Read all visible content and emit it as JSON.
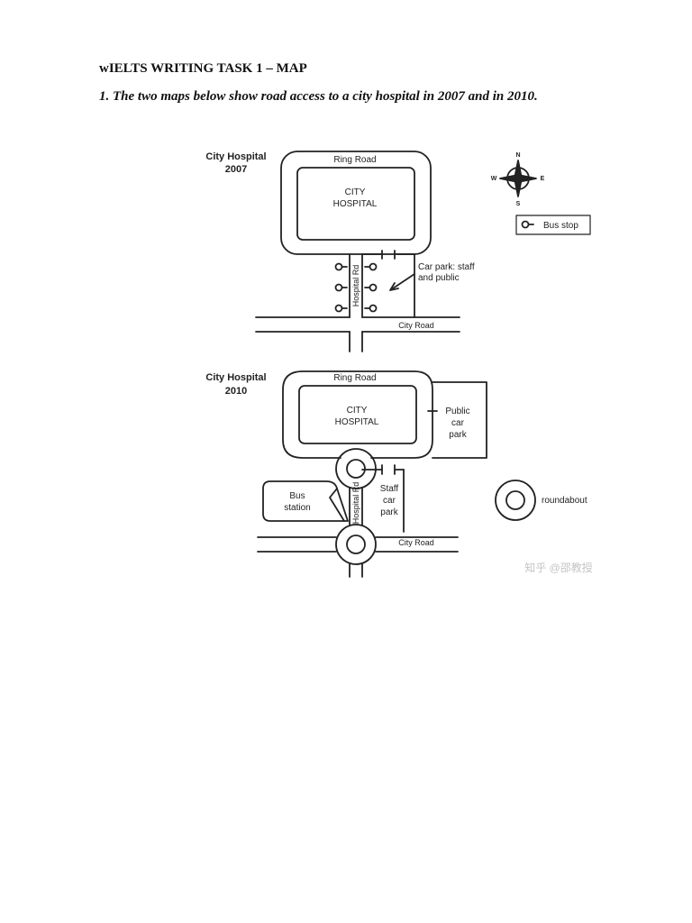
{
  "document": {
    "heading": "wIELTS WRITING TASK 1 – MAP",
    "question": "1. The two maps below show road access to a city hospital in 2007 and in 2010."
  },
  "map2007": {
    "title_line1": "City Hospital",
    "title_line2": "2007",
    "ring_road": "Ring Road",
    "hospital_line1": "CITY",
    "hospital_line2": "HOSPITAL",
    "hospital_rd": "Hospital Rd",
    "car_park_line1": "Car park: staff",
    "car_park_line2": "and public",
    "city_road": "City Road"
  },
  "map2010": {
    "title_line1": "City Hospital",
    "title_line2": "2010",
    "ring_road": "Ring Road",
    "hospital_line1": "CITY",
    "hospital_line2": "HOSPITAL",
    "public_car_park_line1": "Public",
    "public_car_park_line2": "car",
    "public_car_park_line3": "park",
    "bus_station_line1": "Bus",
    "bus_station_line2": "station",
    "hospital_rd": "Hospital Rd",
    "staff_car_park_line1": "Staff",
    "staff_car_park_line2": "car",
    "staff_car_park_line3": "park",
    "city_road": "City Road"
  },
  "compass": {
    "n": "N",
    "s": "S",
    "e": "E",
    "w": "W"
  },
  "legend": {
    "bus_stop": "Bus stop",
    "roundabout": "roundabout"
  },
  "watermark": "知乎 @邵教授"
}
